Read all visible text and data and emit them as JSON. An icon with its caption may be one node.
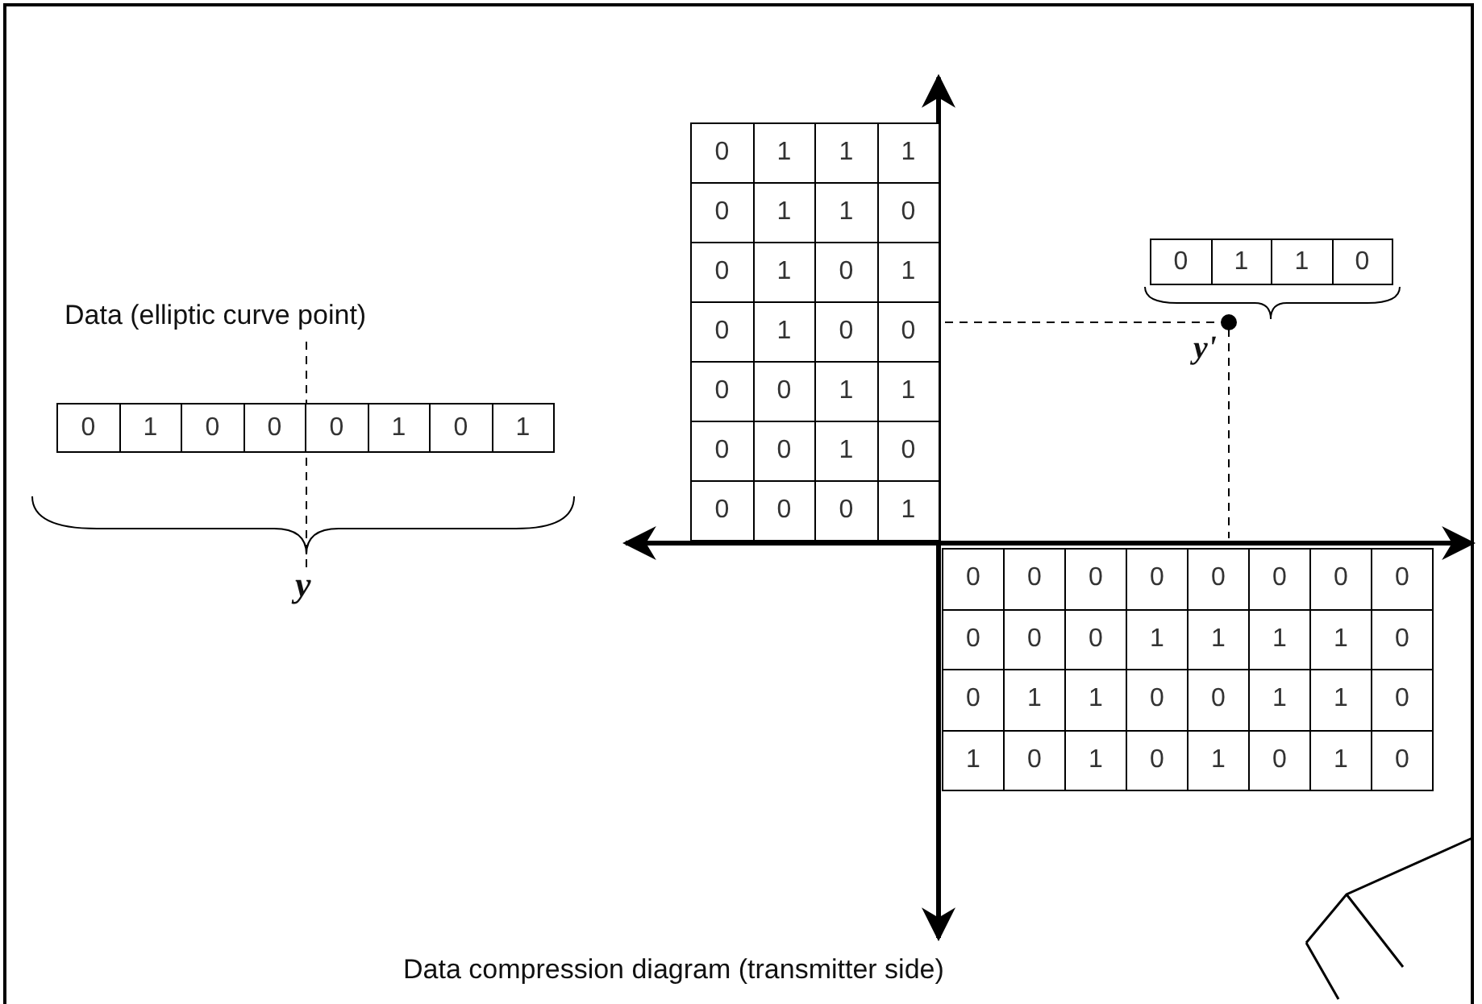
{
  "diagram": {
    "caption": "Data compression diagram (transmitter side)",
    "labels": [
      "Data (elliptic curve point)",
      "0",
      "1",
      "0",
      "0",
      "0",
      "1",
      "0",
      "1",
      "y",
      "0",
      "1",
      "1",
      "1",
      "0",
      "1",
      "1",
      "0",
      "0",
      "1",
      "0",
      "1",
      "0",
      "1",
      "0",
      "0",
      "0",
      "0",
      "1",
      "1",
      "0",
      "0",
      "1",
      "0",
      "0",
      "0",
      "0",
      "1",
      "0",
      "1",
      "1",
      "0",
      "y'",
      "0",
      "0",
      "0",
      "0",
      "0",
      "0",
      "0",
      "0",
      "0",
      "0",
      "0",
      "1",
      "1",
      "1",
      "1",
      "0",
      "0",
      "1",
      "1",
      "0",
      "0",
      "1",
      "1",
      "0",
      "1",
      "0",
      "1",
      "0",
      "1",
      "0",
      "1",
      "0"
    ]
  }
}
